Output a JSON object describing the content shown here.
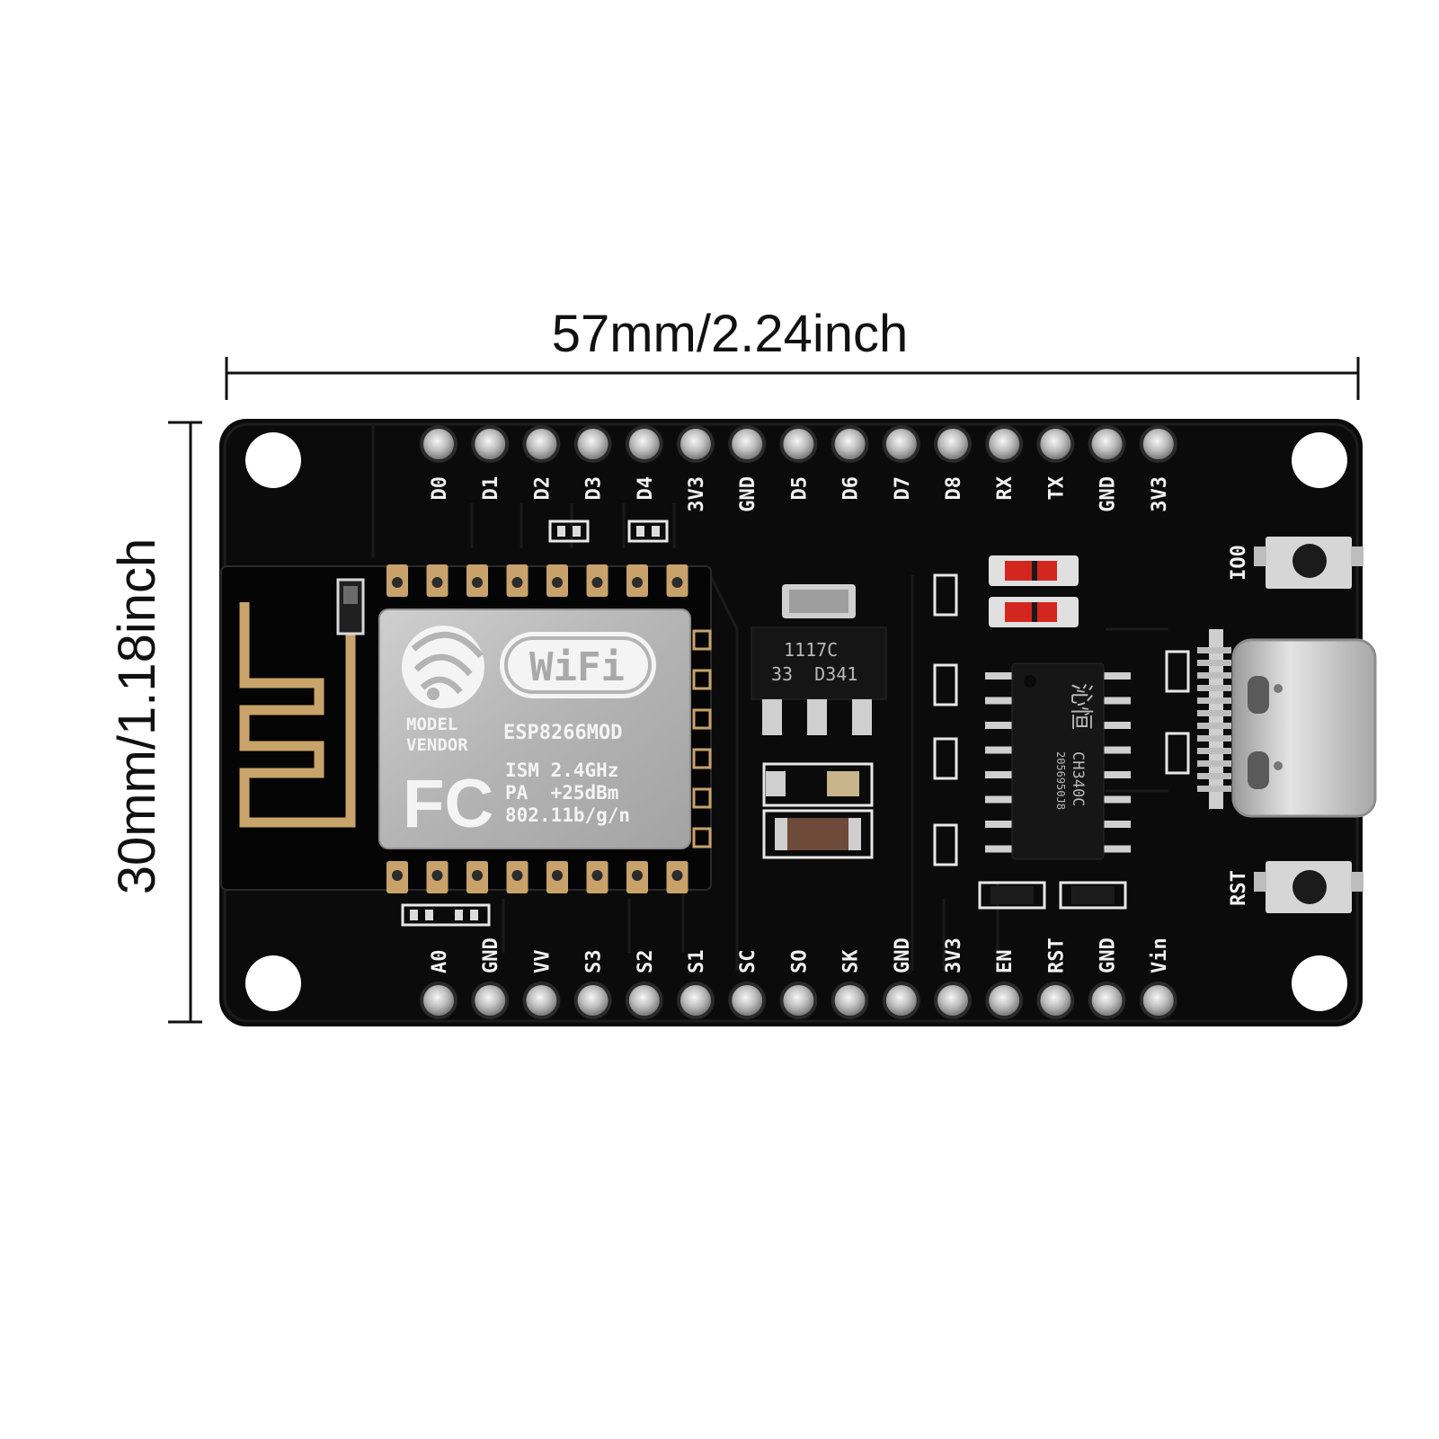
{
  "dimensions": {
    "width_label": "57mm/2.24inch",
    "height_label": "30mm/1.18inch"
  },
  "board": {
    "top_pins": [
      "D0",
      "D1",
      "D2",
      "D3",
      "D4",
      "3V3",
      "GND",
      "D5",
      "D6",
      "D7",
      "D8",
      "RX",
      "TX",
      "GND",
      "3V3"
    ],
    "bottom_pins": [
      "A0",
      "GND",
      "VV",
      "S3",
      "S2",
      "S1",
      "SC",
      "SO",
      "SK",
      "GND",
      "3V3",
      "EN",
      "RST",
      "GND",
      "Vin"
    ],
    "button_labels": {
      "top": "IO0",
      "bottom": "RST"
    },
    "module": {
      "wifi_logo": "WiFi",
      "model_label": "MODEL",
      "vendor_label": "VENDOR",
      "model": "ESP8266MOD",
      "fcc_logo": "FC",
      "spec_lines": [
        "ISM 2.4GHz",
        "PA  +25dBm",
        "802.11b/g/n"
      ]
    },
    "regulator": {
      "line1": "1117C",
      "line2": "33  D341"
    },
    "usb_chip": {
      "logo": "沁恒",
      "line1": "CH340C",
      "line2": "2056950J8"
    }
  },
  "colors": {
    "pcb": "#0b0b0b",
    "silkscreen": "#f2f2f2",
    "shield": "#b8b8b8",
    "antenna": "#c9a46a",
    "pad": "#c8a26a",
    "led_red": "#d3261e"
  }
}
